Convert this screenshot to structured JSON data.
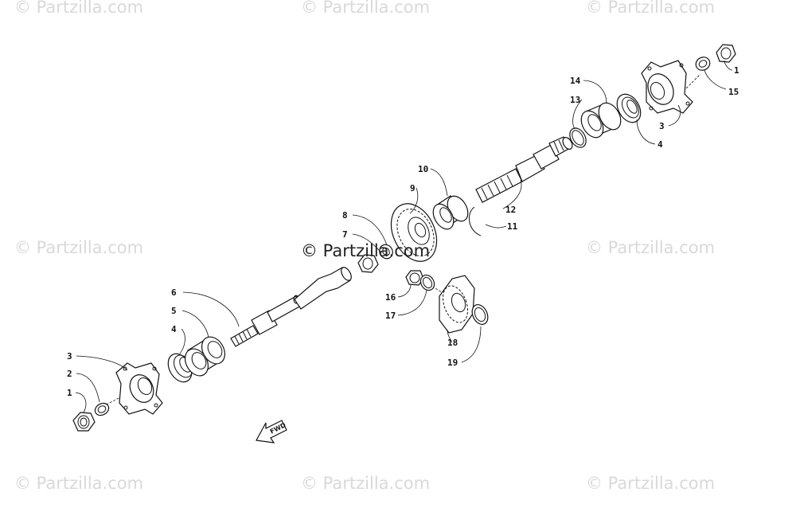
{
  "watermarks": {
    "tiled": "© Partzilla.com",
    "center": "© Partzilla.com"
  },
  "fwd_label": "FWD",
  "callouts": [
    {
      "id": "c1-left",
      "label": "1"
    },
    {
      "id": "c2-left",
      "label": "2"
    },
    {
      "id": "c3-left",
      "label": "3"
    },
    {
      "id": "c4-left",
      "label": "4"
    },
    {
      "id": "c5",
      "label": "5"
    },
    {
      "id": "c6",
      "label": "6"
    },
    {
      "id": "c7",
      "label": "7"
    },
    {
      "id": "c8",
      "label": "8"
    },
    {
      "id": "c9",
      "label": "9"
    },
    {
      "id": "c10",
      "label": "10"
    },
    {
      "id": "c11",
      "label": "11"
    },
    {
      "id": "c12",
      "label": "12"
    },
    {
      "id": "c13",
      "label": "13"
    },
    {
      "id": "c14",
      "label": "14"
    },
    {
      "id": "c3-right",
      "label": "3"
    },
    {
      "id": "c4-right",
      "label": "4"
    },
    {
      "id": "c1-right",
      "label": "1"
    },
    {
      "id": "c15",
      "label": "15"
    },
    {
      "id": "c16",
      "label": "16"
    },
    {
      "id": "c17",
      "label": "17"
    },
    {
      "id": "c18",
      "label": "18"
    },
    {
      "id": "c19",
      "label": "19"
    }
  ]
}
